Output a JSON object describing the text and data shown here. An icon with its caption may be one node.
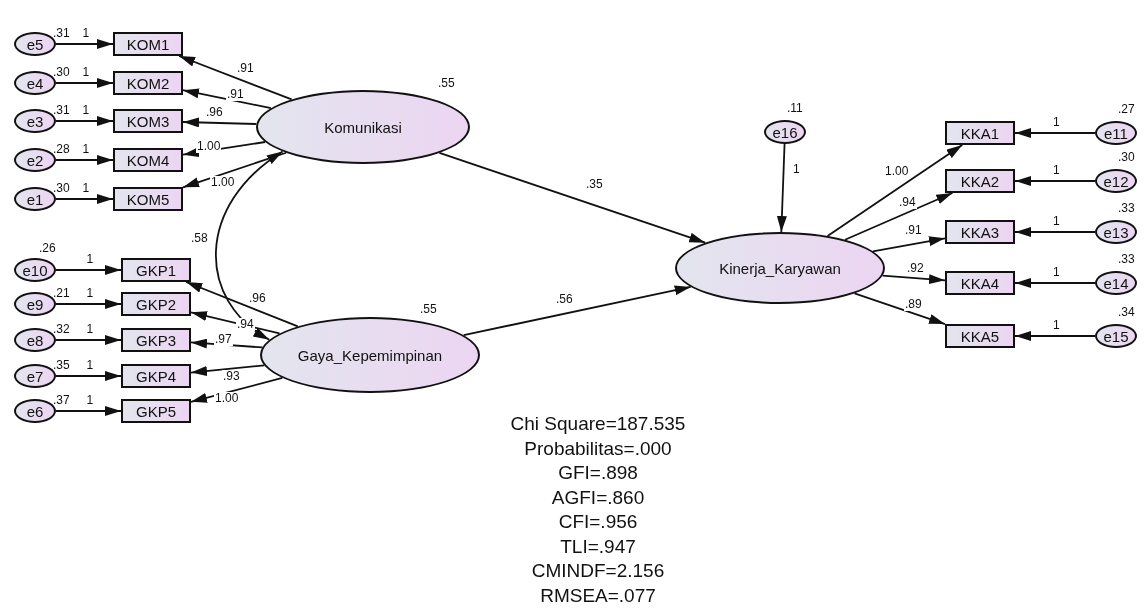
{
  "diagram": {
    "nodes": [
      {
        "text": [
          "e5"
        ],
        "beside": [
          ".31"
        ]
      },
      {
        "text": [
          "KOM1"
        ]
      },
      {
        "text": [
          "e4"
        ],
        "beside": [
          ".30"
        ]
      },
      {
        "text": [
          "KOM2"
        ]
      },
      {
        "text": [
          "e3"
        ],
        "beside": [
          ".31"
        ]
      },
      {
        "text": [
          "KOM3"
        ]
      },
      {
        "text": [
          "e2"
        ],
        "beside": [
          ".28"
        ]
      },
      {
        "text": [
          "KOM4"
        ]
      },
      {
        "text": [
          "e1"
        ],
        "beside": [
          ".30"
        ]
      },
      {
        "text": [
          "KOM5"
        ]
      },
      {
        "text": [
          "Komunikasi"
        ],
        "beside": [
          ".55"
        ]
      },
      {
        "text": [
          "e10"
        ],
        "beside": [
          ".26"
        ]
      },
      {
        "text": [
          "GKP1"
        ]
      },
      {
        "text": [
          "e9"
        ],
        "beside": [
          ".21"
        ]
      },
      {
        "text": [
          "GKP2"
        ]
      },
      {
        "text": [
          "e8"
        ],
        "beside": [
          ".32"
        ]
      },
      {
        "text": [
          "GKP3"
        ]
      },
      {
        "text": [
          "e7"
        ],
        "beside": [
          ".35"
        ]
      },
      {
        "text": [
          "GKP4"
        ]
      },
      {
        "text": [
          "e6"
        ],
        "beside": [
          ".37"
        ]
      },
      {
        "text": [
          "GKP5"
        ]
      },
      {
        "text": [
          "Gaya_Kepemimpinan"
        ],
        "beside": [
          ".55"
        ]
      },
      {
        "text": [
          "e16"
        ],
        "beside": [
          ".11"
        ]
      },
      {
        "text": [
          "Kinerja_Karyawan"
        ]
      },
      {
        "text": [
          "KKA1"
        ]
      },
      {
        "text": [
          "e11"
        ],
        "beside": [
          ".27"
        ]
      },
      {
        "text": [
          "KKA2"
        ]
      },
      {
        "text": [
          "e12"
        ],
        "beside": [
          ".30"
        ]
      },
      {
        "text": [
          "KKA3"
        ]
      },
      {
        "text": [
          "e13"
        ],
        "beside": [
          ".33"
        ]
      },
      {
        "text": [
          "KKA4"
        ]
      },
      {
        "text": [
          "e14"
        ],
        "beside": [
          ".33"
        ]
      },
      {
        "text": [
          "KKA5"
        ]
      },
      {
        "text": [
          "e15"
        ],
        "beside": [
          ".34"
        ]
      }
    ],
    "edges": [
      {
        "from": 0,
        "to": 1,
        "arrow": "to",
        "label": "1"
      },
      {
        "from": 2,
        "to": 3,
        "arrow": "to",
        "label": "1"
      },
      {
        "from": 4,
        "to": 5,
        "arrow": "to",
        "label": "1"
      },
      {
        "from": 6,
        "to": 7,
        "arrow": "to",
        "label": "1"
      },
      {
        "from": 8,
        "to": 9,
        "arrow": "to",
        "label": "1"
      },
      {
        "from": 10,
        "to": 1,
        "arrow": "to",
        "label": ".91"
      },
      {
        "from": 10,
        "to": 3,
        "arrow": "to",
        "label": ".91"
      },
      {
        "from": 10,
        "to": 5,
        "arrow": "to",
        "label": ".96"
      },
      {
        "from": 10,
        "to": 7,
        "arrow": "to",
        "label": "1.00"
      },
      {
        "from": 10,
        "to": 9,
        "arrow": "to",
        "label": "1.00"
      },
      {
        "from": 11,
        "to": 12,
        "arrow": "to",
        "label": "1"
      },
      {
        "from": 13,
        "to": 14,
        "arrow": "to",
        "label": "1"
      },
      {
        "from": 15,
        "to": 16,
        "arrow": "to",
        "label": "1"
      },
      {
        "from": 17,
        "to": 18,
        "arrow": "to",
        "label": "1"
      },
      {
        "from": 19,
        "to": 20,
        "arrow": "to",
        "label": "1"
      },
      {
        "from": 21,
        "to": 12,
        "arrow": "to",
        "label": ".96"
      },
      {
        "from": 21,
        "to": 14,
        "arrow": "to",
        "label": ".94"
      },
      {
        "from": 21,
        "to": 16,
        "arrow": "to",
        "label": ".97"
      },
      {
        "from": 21,
        "to": 18,
        "arrow": "to",
        "label": ".93"
      },
      {
        "from": 21,
        "to": 20,
        "arrow": "to",
        "label": "1.00"
      },
      {
        "from": 10,
        "to": 21,
        "arrow": "both",
        "label": ".58"
      },
      {
        "from": 10,
        "to": 23,
        "arrow": "to",
        "label": ".35"
      },
      {
        "from": 21,
        "to": 23,
        "arrow": "to",
        "label": ".56"
      },
      {
        "from": 22,
        "to": 23,
        "arrow": "to",
        "label": "1"
      },
      {
        "from": 23,
        "to": 24,
        "arrow": "to",
        "label": "1.00"
      },
      {
        "from": 23,
        "to": 26,
        "arrow": "to",
        "label": ".94"
      },
      {
        "from": 23,
        "to": 28,
        "arrow": "to",
        "label": ".91"
      },
      {
        "from": 23,
        "to": 30,
        "arrow": "to",
        "label": ".92"
      },
      {
        "from": 23,
        "to": 32,
        "arrow": "to",
        "label": ".89"
      },
      {
        "from": 25,
        "to": 24,
        "arrow": "to",
        "label": "1"
      },
      {
        "from": 27,
        "to": 26,
        "arrow": "to",
        "label": "1"
      },
      {
        "from": 29,
        "to": 28,
        "arrow": "to",
        "label": "1"
      },
      {
        "from": 31,
        "to": 30,
        "arrow": "to",
        "label": "1"
      },
      {
        "from": 33,
        "to": 32,
        "arrow": "to",
        "label": "1"
      }
    ],
    "labels": [
      "Chi Square=187.535",
      "Probabilitas=.000",
      "GFI=.898",
      "AGFI=.860",
      "CFI=.956",
      "TLI=.947",
      "CMINDF=2.156",
      "RMSEA=.077"
    ]
  }
}
